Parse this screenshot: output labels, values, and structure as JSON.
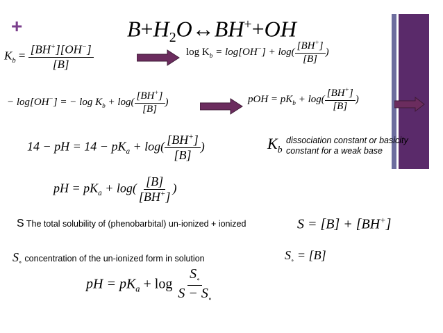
{
  "slide": {
    "plus_symbol": "+",
    "colors": {
      "accent": "#7b3f8c",
      "bar_dark": "#5a2a6a",
      "bar_light": "#6d6d9e",
      "arrow_fill": "#6b2c5e"
    }
  },
  "title_eq": {
    "b": "B",
    "plus1": "+",
    "h": "H",
    "two": "2",
    "o": "O",
    "arrow": "↔",
    "bh": "BH",
    "bh_sup": "+",
    "plus2": "+",
    "oh": "OH"
  },
  "eq_kb": {
    "k": "K",
    "sub": "b",
    "eq": " = ",
    "num": "[BH",
    "num_sup": "+",
    "num_mid": "][OH",
    "num_sup2": "−",
    "num_end": "]",
    "den": "[B]"
  },
  "eq_logkb": {
    "lhs": "log K",
    "lhs_sub": "b",
    "mid": " = log[OH",
    "mid_sup": "−",
    "mid_end": "] + log(",
    "num": "[BH",
    "num_sup": "+",
    "num_end": "]",
    "den": "[B]",
    "close": ")"
  },
  "eq_neglog": {
    "lhs": "− log[OH",
    "lhs_sup": "−",
    "lhs_end": "] = − log K",
    "sub": "b",
    "mid": " + log(",
    "num": "[BH",
    "num_sup": "+",
    "num_end": "]",
    "den": "[B]",
    "close": ")"
  },
  "eq_poh": {
    "lhs": "pOH = pK",
    "sub": "b",
    "mid": " + log(",
    "num": "[BH",
    "num_sup": "+",
    "num_end": "]",
    "den": "[B]",
    "close": ")"
  },
  "eq_ph14": {
    "lhs": "14 − pH = 14 − pK",
    "sub": "a",
    "mid": " + log(",
    "num": "[BH",
    "num_sup": "+",
    "num_end": "]",
    "den": "[B]",
    "close": ")"
  },
  "kb_note": {
    "k": "K",
    "sub": "b",
    "text_line1": "dissociation constant or basicity",
    "text_line2": "constant for a weak base"
  },
  "eq_ph": {
    "lhs": "pH = pK",
    "sub": "a",
    "mid": " + log(",
    "num": "[B]",
    "den": "[BH",
    "den_sup": "+",
    "den_end": "]",
    "close": ")"
  },
  "solubility": {
    "s_symbol": "S",
    "s_text": "The total solubility of (phenobarbital) un-ionized + ionized",
    "eq": "S = [B] + [BH",
    "eq_sup": "+",
    "eq_end": "]"
  },
  "so_line": {
    "s": "S",
    "s_sub": "∘",
    "text": "concentration of the un-ionized form in solution",
    "eq_s": "S",
    "eq_sub": "∘",
    "eq_rest": " = [B]"
  },
  "eq_final": {
    "lhs": "pH  = pK",
    "sub": "a",
    "mid": " + log ",
    "num": "S",
    "num_sub": "∘",
    "den": "S − S",
    "den_sub": "∘"
  }
}
